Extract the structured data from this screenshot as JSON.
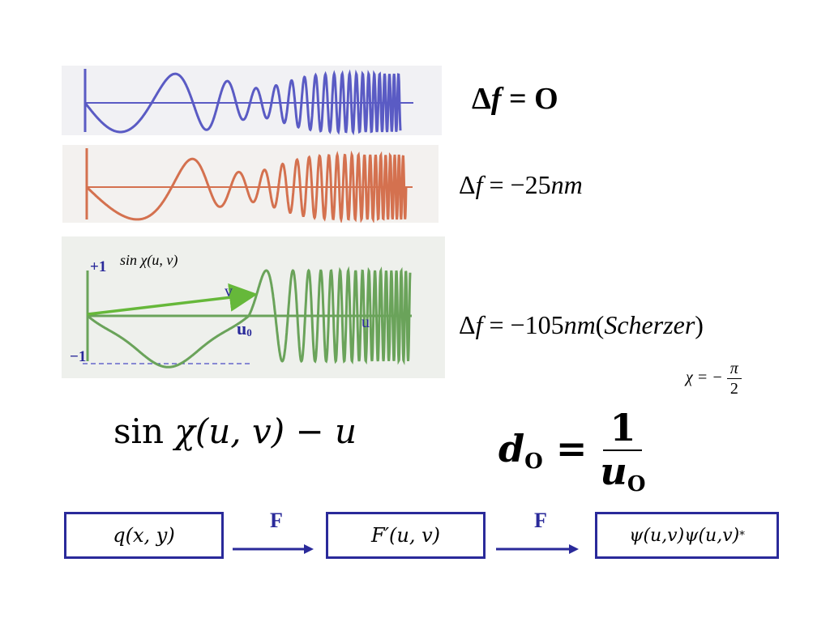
{
  "panels": [
    {
      "defocus_label": "Δf = O"
    },
    {
      "defocus_label": "Δf = −25nm"
    },
    {
      "defocus_label": "Δf = −105nm(Scherzer)",
      "y_top_label": "+1",
      "y_bottom_label": "−1",
      "function_label": "sin χ(u, v)",
      "v_label": "v",
      "u0_label": "u",
      "u0_sub": "0",
      "u_label": "u"
    }
  ],
  "colors": {
    "panel1": "#5a5bc4",
    "panel2": "#d4714f",
    "panel3": "#6aa35a",
    "arrow": "#66b83a",
    "labels": "#2a2a9a",
    "flow_border": "#2a2a9a"
  },
  "equations": {
    "df0_delta": "Δ",
    "df0_f": "f",
    "df0_rest": " = O",
    "df25_delta": "Δ",
    "df25_f": "f",
    "df25_eq": " = −25",
    "df25_unit": "nm",
    "df105_delta": "Δ",
    "df105_f": "f",
    "df105_eq": " = −105",
    "df105_unit": "nm",
    "df105_paren_open": "(",
    "df105_scherzer": "Scherzer",
    "df105_paren_close": ")",
    "chi_lhs": "χ = −",
    "chi_num": "π",
    "chi_den": "2",
    "sin_text": "sin ",
    "sin_chi": "χ",
    "sin_args": "(u, v)",
    "sin_minus": " − ",
    "sin_u": "u",
    "d0_d": "d",
    "d0_sub": "O",
    "d0_eq": " = ",
    "d0_num": "1",
    "d0_den_u": "u",
    "d0_den_sub": "O"
  },
  "flow": {
    "box1": "q(x, y)",
    "arrow1_label": "F",
    "box2": "F′(u, v)",
    "arrow2_label": "F",
    "box3": "ψ(u,v)ψ(u,v)",
    "box3_sup": "*"
  }
}
